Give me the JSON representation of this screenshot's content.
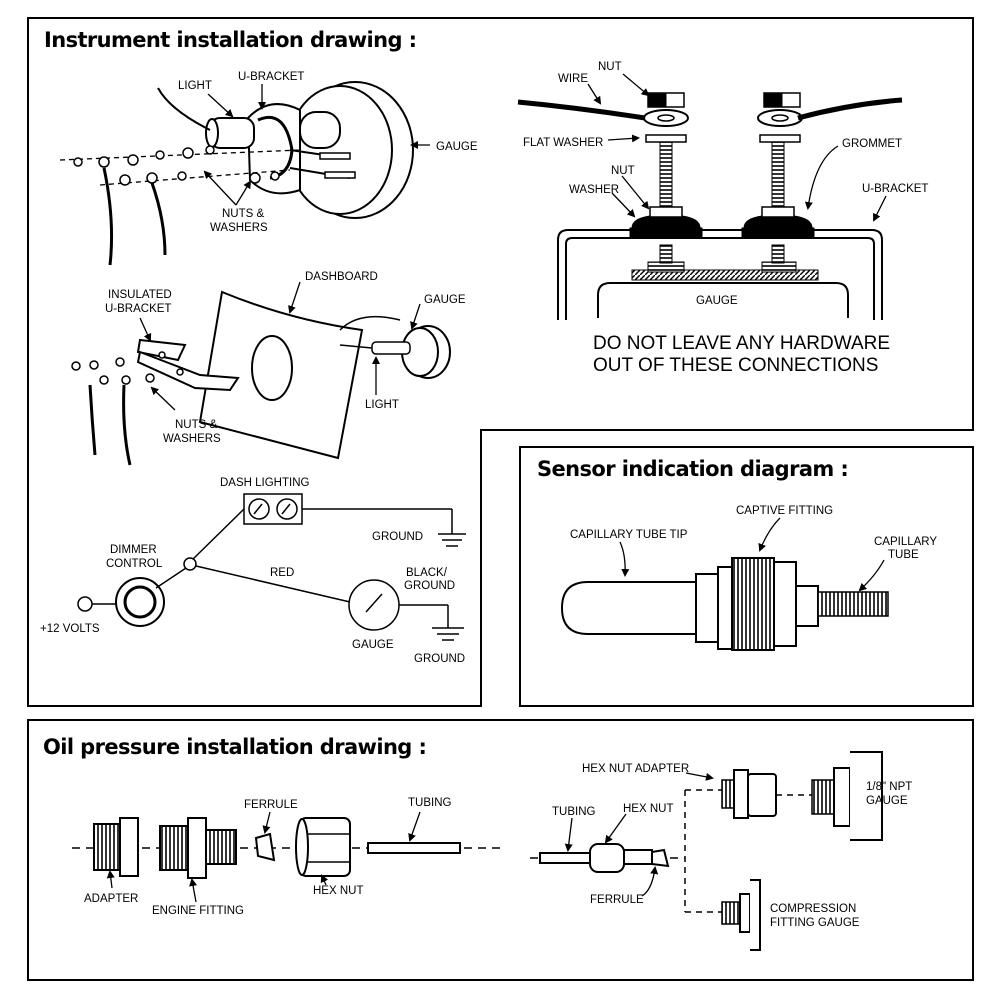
{
  "panels": {
    "instrument": {
      "title": "Instrument installation drawing :",
      "labels": {
        "light_top": "LIGHT",
        "u_bracket_top": "U-BRACKET",
        "gauge_top": "GAUGE",
        "nuts_washers_top_1": "NUTS &",
        "nuts_washers_top_2": "WASHERS",
        "insulated_1": "INSULATED",
        "insulated_2": "U-BRACKET",
        "dashboard": "DASHBOARD",
        "gauge_mid": "GAUGE",
        "light_mid": "LIGHT",
        "nuts_washers_mid_1": "NUTS &",
        "nuts_washers_mid_2": "WASHERS",
        "dash_lighting": "DASH LIGHTING",
        "ground_1": "GROUND",
        "dimmer_1": "DIMMER",
        "dimmer_2": "CONTROL",
        "red": "RED",
        "black_ground_1": "BLACK/",
        "black_ground_2": "GROUND",
        "plus12": "+12 VOLTS",
        "gauge_wiring": "GAUGE",
        "ground_2": "GROUND"
      }
    },
    "hardware": {
      "labels": {
        "nut_top": "NUT",
        "wire": "WIRE",
        "flat_washer": "FLAT WASHER",
        "nut": "NUT",
        "washer": "WASHER",
        "grommet": "GROMMET",
        "u_bracket": "U-BRACKET",
        "gauge": "GAUGE",
        "warning_1": "DO NOT LEAVE ANY HARDWARE",
        "warning_2": "OUT OF THESE CONNECTIONS"
      }
    },
    "sensor": {
      "title": "Sensor indication diagram :",
      "labels": {
        "captive_fitting": "CAPTIVE FITTING",
        "capillary_tip": "CAPILLARY TUBE TIP",
        "capillary_1": "CAPILLARY",
        "capillary_2": "TUBE"
      }
    },
    "oil": {
      "title": "Oil pressure installation drawing :",
      "labels": {
        "ferrule": "FERRULE",
        "tubing": "TUBING",
        "adapter": "ADAPTER",
        "engine_fitting": "ENGINE FITTING",
        "hex_nut": "HEX NUT",
        "hex_nut_adapter": "HEX NUT ADAPTER",
        "tubing_2": "TUBING",
        "hex_nut_2": "HEX NUT",
        "ferrule_2": "FERRULE",
        "npt_1": "1/8\" NPT",
        "npt_2": "GAUGE",
        "compression_1": "COMPRESSION",
        "compression_2": "FITTING GAUGE"
      }
    }
  }
}
